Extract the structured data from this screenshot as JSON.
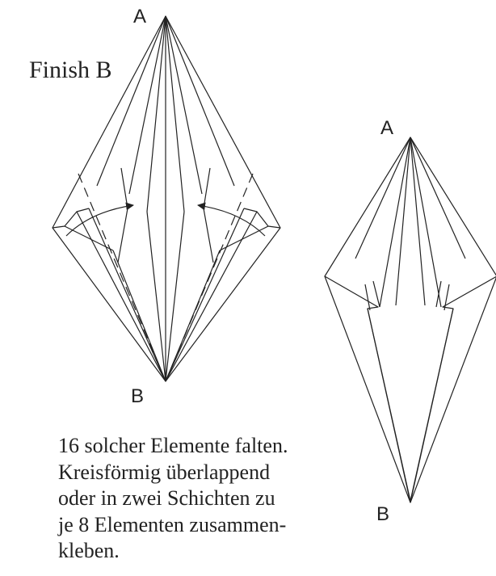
{
  "heading": "Finish B",
  "left_figure": {
    "top_label": "A",
    "bottom_label": "B"
  },
  "right_figure": {
    "top_label": "A",
    "bottom_label": "B"
  },
  "instructions": [
    "16 solcher Elemente falten.",
    "Kreisförmig überlappend",
    "oder in zwei Schichten zu",
    "je 8 Elementen zusammen-",
    "kleben."
  ],
  "colors": {
    "line": "#222222",
    "background": "#ffffff"
  }
}
